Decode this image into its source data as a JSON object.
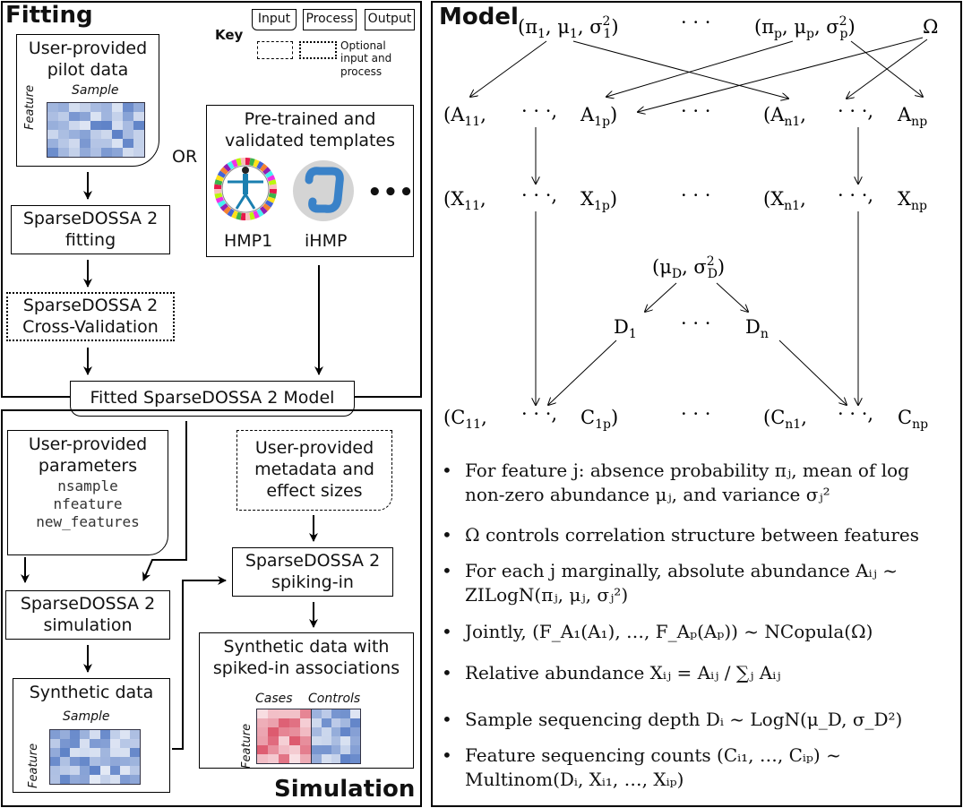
{
  "fitting": {
    "title": "Fitting",
    "key_label": "Key",
    "key_input": "Input",
    "key_process": "Process",
    "key_output": "Output",
    "key_optional": "Optional input and process",
    "pilot_line1": "User-provided",
    "pilot_line2": "pilot data",
    "sample_label": "Sample",
    "feature_label": "Feature",
    "or_label": "OR",
    "templates_line1": "Pre-trained and",
    "templates_line2": "validated templates",
    "hmp1_label": "HMP1",
    "ihmp_label": "iHMP",
    "ellipsis": "•••",
    "fitting_line1": "SparseDOSSA 2",
    "fitting_line2": "fitting",
    "cv_line1": "SparseDOSSA 2",
    "cv_line2": "Cross-Validation",
    "fitted_model": "Fitted SparseDOSSA 2 Model"
  },
  "simulation": {
    "title": "Simulation",
    "params_line1": "User-provided",
    "params_line2": "parameters",
    "param1": "nsample",
    "param2": "nfeature",
    "param3": "new_features",
    "meta_line1": "User-provided",
    "meta_line2": "metadata and",
    "meta_line3": "effect sizes",
    "sim_line1": "SparseDOSSA 2",
    "sim_line2": "simulation",
    "spike_line1": "SparseDOSSA 2",
    "spike_line2": "spiking-in",
    "synth_title": "Synthetic data",
    "synth_sample": "Sample",
    "synth_feature": "Feature",
    "spiked_line1": "Synthetic data with",
    "spiked_line2": "spiked-in associations",
    "cases_label": "Cases",
    "controls_label": "Controls",
    "spiked_feature": "Feature"
  },
  "model": {
    "title": "Model",
    "bullets": [
      "For feature j: absence probability πⱼ, mean of log non-zero abundance μⱼ, and variance σⱼ²",
      "Ω controls correlation structure between features",
      "For each j marginally, absolute abundance Aᵢⱼ ~ ZILogN(πⱼ, μⱼ, σⱼ²)",
      "Jointly, (F_A₁(A₁), …, F_Aₚ(Aₚ)) ~ NCopula(Ω)",
      "Relative abundance Xᵢⱼ = Aᵢⱼ / ∑ⱼ Aᵢⱼ",
      "Sample sequencing depth Dᵢ ~ LogN(μ_D, σ_D²)",
      "Feature sequencing counts (Cᵢ₁, …, Cᵢₚ) ~ Multinom(Dᵢ, Xᵢ₁, …, Xᵢₚ)"
    ]
  },
  "colors": {
    "blue_heat": "#4a72c0",
    "pink_heat": "#d9485f"
  }
}
